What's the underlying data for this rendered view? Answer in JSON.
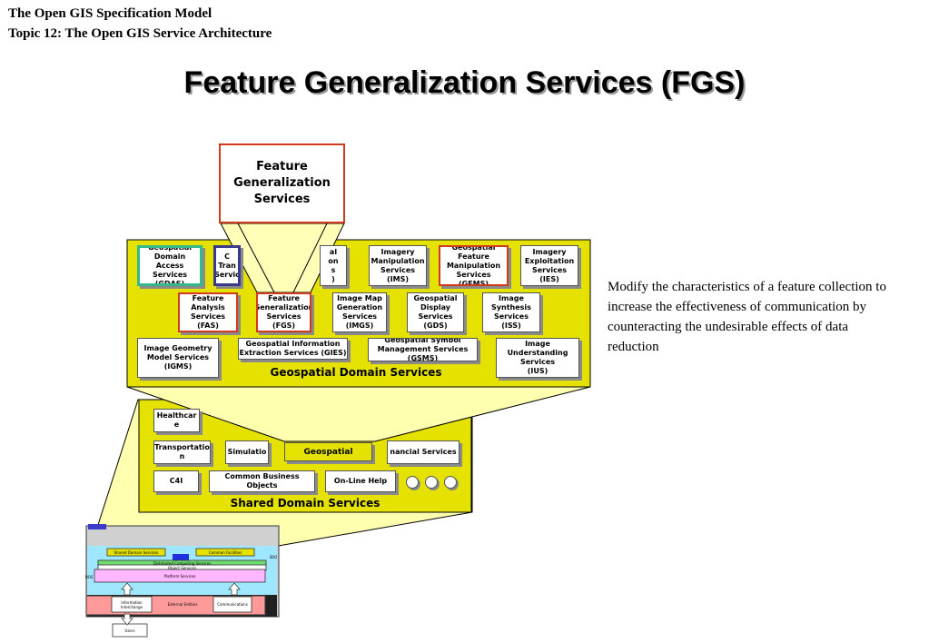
{
  "header": {
    "line1": "The Open GIS Specification Model",
    "line2": "Topic 12: The Open GIS Service Architecture"
  },
  "title": "Feature Generalization Services (FGS)",
  "description": "Modify the characteristics of a feature collection to increase the effectiveness of communication by counteracting the undesirable effects of data reduction",
  "colors": {
    "panel_yellow": "#e5e100",
    "highlight_red": "#d03a1c",
    "highlight_green": "#33b98a",
    "highlight_navy": "#3a3a8c",
    "callout_fill": "#ffffb8"
  },
  "callout": {
    "label": "Feature\nGeneralization\nServices"
  },
  "geo_domain": {
    "label": "Geospatial Domain Services",
    "boxes": {
      "gdas": "Geospatial\nDomain Access\nServices (GDAS)",
      "gcts": "C\nTran\nServic",
      "gcs": "al\non\ns\n)",
      "ims": "Imagery\nManipulation\nServices\n(IMS)",
      "gfms": "Geospatial\nFeature\nManipulation\nServices\n(GFMS)",
      "ies": "Imagery\nExploitation\nServices (IES)",
      "fas": "Feature\nAnalysis\nServices (FAS)",
      "fgs": "Feature\nGeneralization\nServices\n(FGS)",
      "imgs": "Image Map\nGeneration\nServices\n(IMGS)",
      "gds": "Geospatial\nDisplay\nServices\n(GDS)",
      "iss": "Image\nSynthesis\nServices\n(ISS)",
      "igms": "Image Geometry\nModel Services\n(IGMS)",
      "gies": "Geospatial Information\nExtraction Services (GIES)",
      "gsms": "Geospatial Symbol\nManagement Services\n(GSMS)",
      "ius": "Image Understanding\nServices\n(IUS)"
    }
  },
  "shared_domain": {
    "label": "Shared Domain Services",
    "boxes": {
      "healthcare": "Healthcar\ne",
      "transportation": "Transportatio\nn",
      "simulation": "Simulatio",
      "geospatial": "Geospatial",
      "financial": "nancial Services",
      "c4i": "C4I",
      "cbo": "Common Business Objects",
      "online_help": "On-Line Help"
    }
  },
  "architecture": {
    "shared_domain": "Shared Domain Services",
    "common_facilities": "Common Facilities",
    "distributed": "Distributed Computing Services",
    "object_services": "Object Services",
    "platform": "Platform Services",
    "info_interchange": "Information\nInterchange",
    "external": "External Entities",
    "communications": "Communications",
    "users": "Users",
    "side_left": "OOS",
    "side_right": "SDO"
  }
}
